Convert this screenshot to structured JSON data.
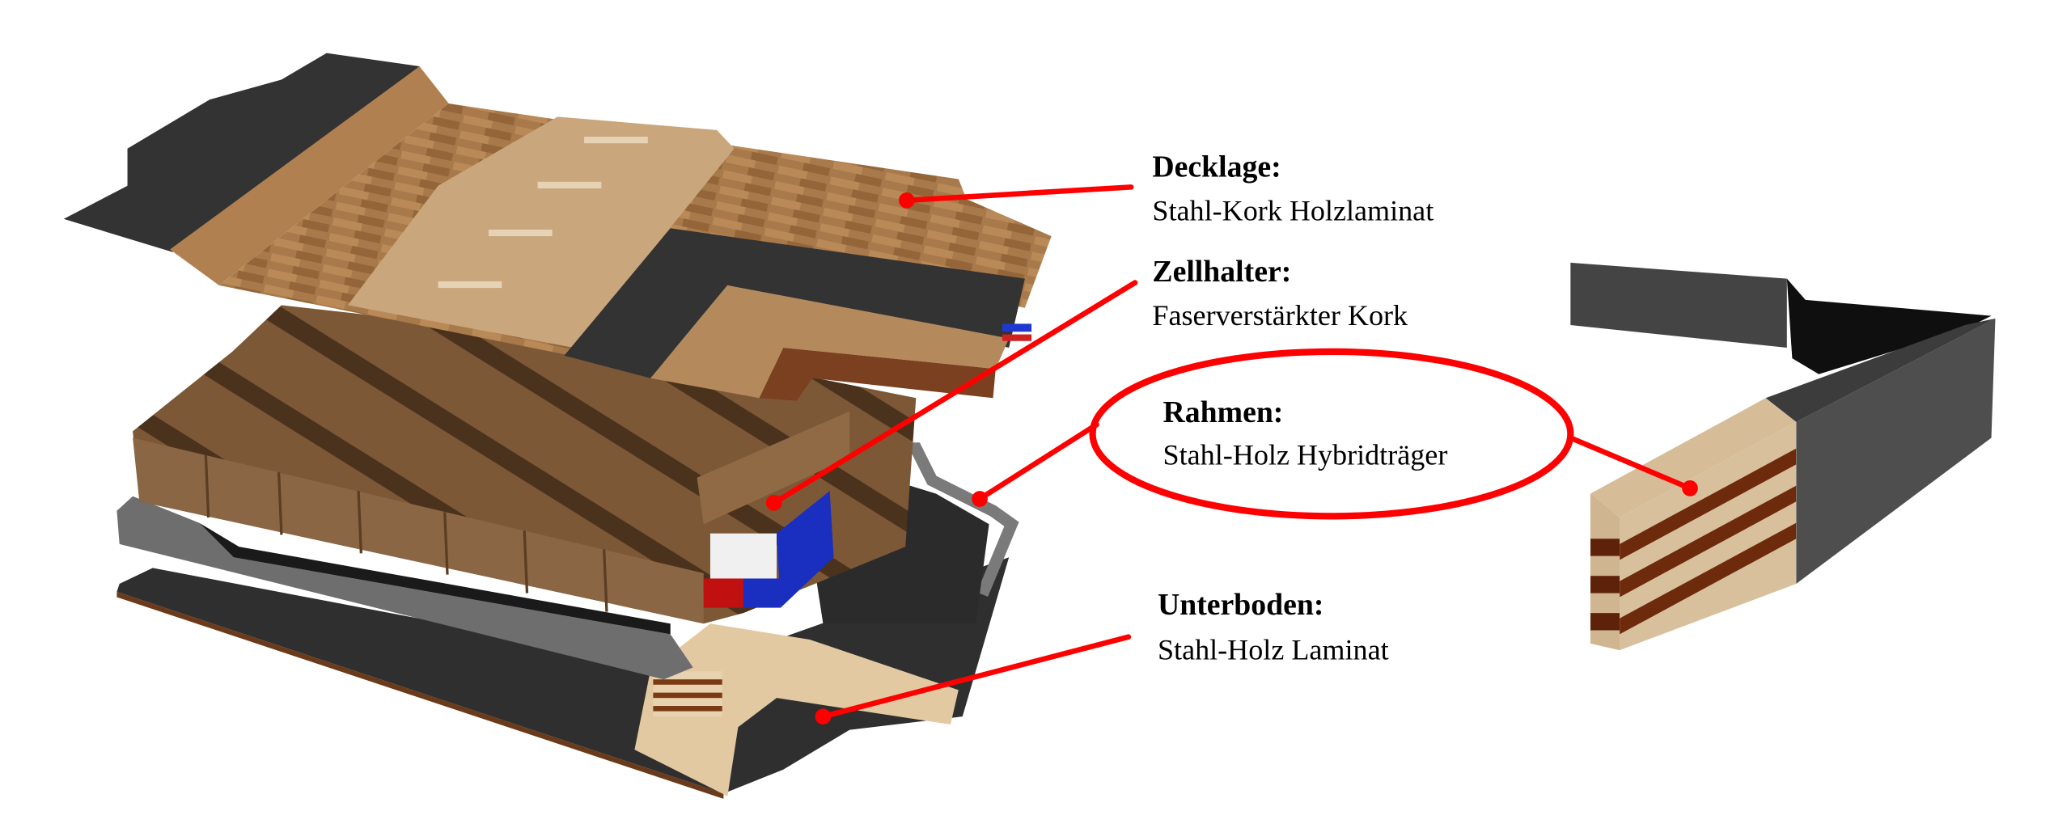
{
  "colors": {
    "annotation": "#ff0000",
    "steel": "#333333",
    "wood": "#a8794a",
    "cork": "#b48a5c",
    "cell_holder": "#7a5535",
    "frame_gray": "#6b6b6b"
  },
  "labels": {
    "decklage": {
      "title": "Decklage:",
      "subtitle": "Stahl-Kork Holzlaminat"
    },
    "zellhalter": {
      "title": "Zellhalter:",
      "subtitle": "Faserverstärkter Kork"
    },
    "rahmen": {
      "title": "Rahmen:",
      "subtitle": "Stahl-Holz Hybridträger",
      "highlighted": true
    },
    "unterboden": {
      "title": "Unterboden:",
      "subtitle": "Stahl-Holz Laminat"
    }
  }
}
